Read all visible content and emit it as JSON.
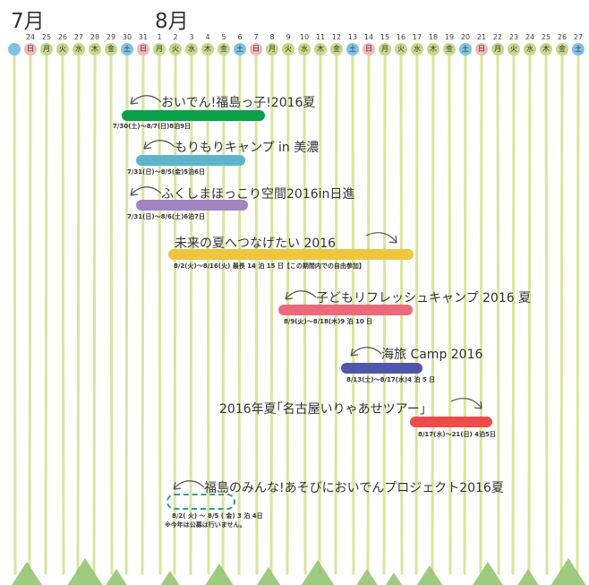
{
  "header": {
    "month1": "7月",
    "month2": "8月"
  },
  "days": [
    {
      "num": "",
      "wd": "",
      "color": "#7ec3e6"
    },
    {
      "num": "24",
      "wd": "日",
      "color": "#f3b8b8"
    },
    {
      "num": "25",
      "wd": "月",
      "color": "#c5d98a"
    },
    {
      "num": "26",
      "wd": "火",
      "color": "#c5d98a"
    },
    {
      "num": "27",
      "wd": "水",
      "color": "#c5d98a"
    },
    {
      "num": "28",
      "wd": "木",
      "color": "#c5d98a"
    },
    {
      "num": "29",
      "wd": "金",
      "color": "#c5d98a"
    },
    {
      "num": "30",
      "wd": "土",
      "color": "#7ec3e6"
    },
    {
      "num": "31",
      "wd": "日",
      "color": "#f3b8b8"
    },
    {
      "num": "1",
      "wd": "月",
      "color": "#c5d98a"
    },
    {
      "num": "2",
      "wd": "火",
      "color": "#c5d98a"
    },
    {
      "num": "3",
      "wd": "水",
      "color": "#c5d98a"
    },
    {
      "num": "4",
      "wd": "木",
      "color": "#c5d98a"
    },
    {
      "num": "5",
      "wd": "金",
      "color": "#c5d98a"
    },
    {
      "num": "6",
      "wd": "土",
      "color": "#7ec3e6"
    },
    {
      "num": "7",
      "wd": "日",
      "color": "#f3b8b8"
    },
    {
      "num": "8",
      "wd": "月",
      "color": "#c5d98a"
    },
    {
      "num": "9",
      "wd": "火",
      "color": "#c5d98a"
    },
    {
      "num": "10",
      "wd": "水",
      "color": "#c5d98a"
    },
    {
      "num": "11",
      "wd": "木",
      "color": "#c5d98a"
    },
    {
      "num": "12",
      "wd": "金",
      "color": "#c5d98a"
    },
    {
      "num": "13",
      "wd": "土",
      "color": "#7ec3e6"
    },
    {
      "num": "14",
      "wd": "日",
      "color": "#f3b8b8"
    },
    {
      "num": "15",
      "wd": "月",
      "color": "#c5d98a"
    },
    {
      "num": "16",
      "wd": "火",
      "color": "#c5d98a"
    },
    {
      "num": "17",
      "wd": "水",
      "color": "#c5d98a"
    },
    {
      "num": "18",
      "wd": "木",
      "color": "#c5d98a"
    },
    {
      "num": "19",
      "wd": "金",
      "color": "#c5d98a"
    },
    {
      "num": "20",
      "wd": "土",
      "color": "#7ec3e6"
    },
    {
      "num": "21",
      "wd": "日",
      "color": "#f3b8b8"
    },
    {
      "num": "22",
      "wd": "月",
      "color": "#c5d98a"
    },
    {
      "num": "23",
      "wd": "火",
      "color": "#c5d98a"
    },
    {
      "num": "24",
      "wd": "水",
      "color": "#c5d98a"
    },
    {
      "num": "25",
      "wd": "木",
      "color": "#c5d98a"
    },
    {
      "num": "26",
      "wd": "金",
      "color": "#c5d98a"
    },
    {
      "num": "27",
      "wd": "土",
      "color": "#7ec3e6"
    }
  ],
  "events": [
    {
      "title": "おいでん!福島っ子!2016夏",
      "dates": "7/30(土)～8/7(日)8泊9日",
      "color": "#0aa04a",
      "style": "solid",
      "arrow": "left",
      "start": 7,
      "end": 15
    },
    {
      "title": "もりもりキャンプ in 美濃",
      "dates": "7/31(日)～8/5(金)5泊6日",
      "color": "#5db5cc",
      "style": "solid",
      "arrow": "left",
      "start": 8,
      "end": 13
    },
    {
      "title": "ふくしまほっこり空間2016in日進",
      "dates": "7/31(日)～8/6(土)6泊7日",
      "color": "#a184c0",
      "style": "solid",
      "arrow": "left",
      "start": 8,
      "end": 14
    },
    {
      "title": "未来の夏へつなげたい 2016",
      "dates": "8/2(火)～8/16(火) 最長 14 泊 15 日【この期間内での自由参加】",
      "color": "#eec63f",
      "style": "solid",
      "arrow": "right",
      "start": 10,
      "end": 24
    },
    {
      "title": "子どもリフレッシュキャンプ 2016 夏",
      "dates": "8/9(火)～8/18(木)9 泊 10 日",
      "color": "#ec6a7a",
      "style": "solid",
      "arrow": "left",
      "start": 17,
      "end": 26
    },
    {
      "title": "海旅 Camp 2016",
      "dates": "8/13(土)～8/17(水)4 泊 5 日",
      "color": "#5057a8",
      "style": "solid",
      "arrow": "left",
      "start": 21,
      "end": 25
    },
    {
      "title": "2016年夏｢名古屋いりゃあせツアー｣",
      "dates": "8/17(水)～21(日) 4泊5日",
      "color": "#ee4b4b",
      "style": "solid",
      "arrow": "right",
      "start": 25,
      "end": 29
    },
    {
      "title": "福島のみんな!あそびにおいでんプロジェクト2016夏",
      "dates": "8/2( 火) ～ 8/5 ( 金) 3 泊 4日",
      "note": "※今年は公募は行いません。",
      "color": "#3a9a9a",
      "style": "dashed",
      "arrow": "left",
      "start": 10,
      "end": 13
    }
  ],
  "colors": {
    "stripe": "#d9e4a0",
    "tree": "#8ec26a",
    "ground": "#a8cd7e"
  }
}
